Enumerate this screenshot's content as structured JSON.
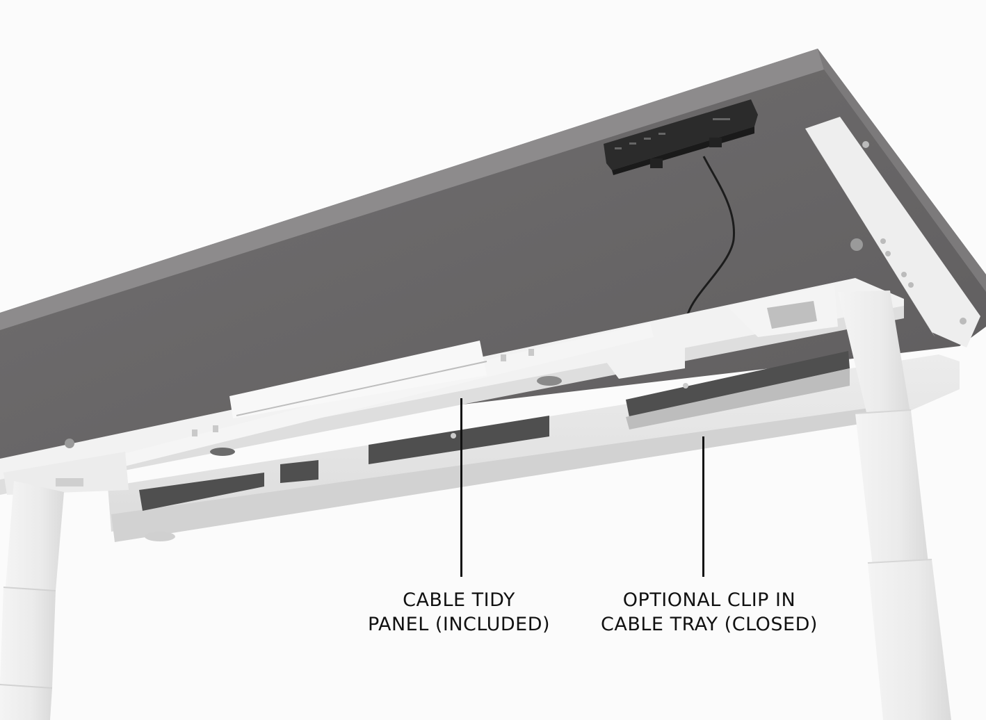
{
  "image": {
    "subject": "standing-desk-underside",
    "colors": {
      "background": "#fbfbfb",
      "desktop": "#6f6c6d",
      "desktop_edge": "#8a8889",
      "frame": "#f0f0f0",
      "frame_shadow": "#d8d8d8",
      "tray_slot": "#505050",
      "power_strip": "#2a2a2a",
      "callout": "#111111"
    }
  },
  "callouts": [
    {
      "line1": "CABLE TIDY",
      "line2": "PANEL (INCLUDED)"
    },
    {
      "line1": "OPTIONAL CLIP IN",
      "line2": "CABLE TRAY (CLOSED)"
    }
  ]
}
